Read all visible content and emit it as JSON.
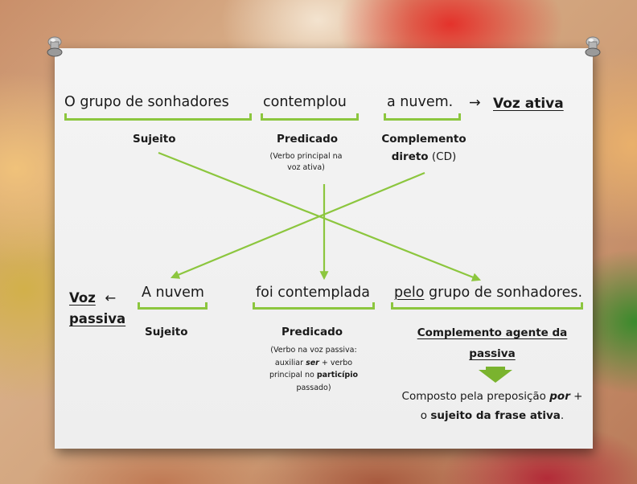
{
  "active": {
    "subject": "O grupo de sonhadores",
    "verb": "contemplou",
    "object": "a nuvem.",
    "arrow": "→",
    "voice": "Voz ativa"
  },
  "active_labels": {
    "subject": "Sujeito",
    "predicate": "Predicado",
    "predicate_note": "(Verbo principal na voz ativa)",
    "object_bold": "Complemento direto",
    "object_suffix": "(CD)"
  },
  "passive": {
    "voice_line1": "Voz",
    "voice_line2": "passiva",
    "arrow": "←",
    "subject": "A nuvem",
    "verb": "foi contemplada",
    "agent_prep": "pelo",
    "agent_rest": "grupo de sonhadores."
  },
  "passive_labels": {
    "subject": "Sujeito",
    "predicate": "Predicado",
    "predicate_note_1": "(Verbo na voz passiva: auxiliar",
    "predicate_note_ser": "ser",
    "predicate_note_2": "+ verbo principal no",
    "predicate_note_bold": "particípio",
    "predicate_note_3": "passado)",
    "agent_title": "Complemento agente da passiva",
    "agent_desc_1": "Composto pela preposição",
    "agent_desc_por": "por",
    "agent_desc_2": "+ o",
    "agent_desc_bold": "sujeito da frase ativa",
    "agent_desc_end": "."
  },
  "colors": {
    "accent": "#8cc63e",
    "arrow_down": "#7ab32e",
    "paper": "#f2f2f2",
    "text": "#1a1a1a"
  }
}
